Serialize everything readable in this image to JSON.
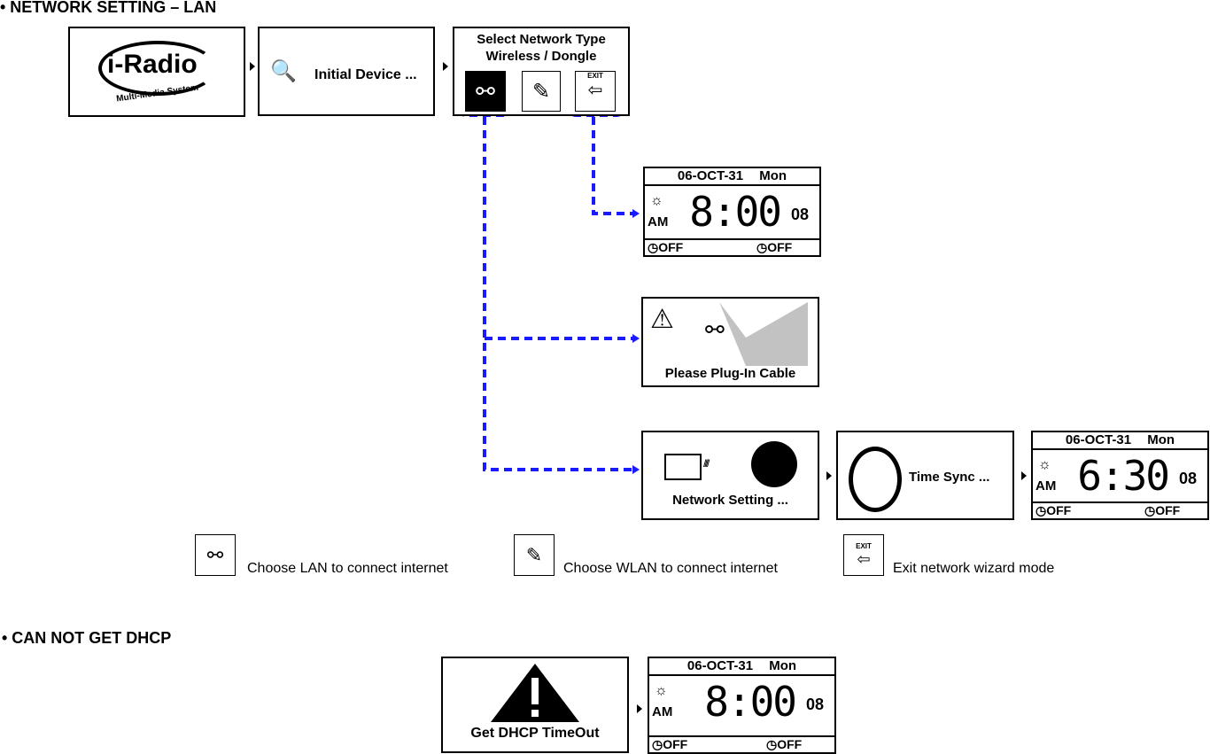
{
  "section1": {
    "title": "• NETWORK SETTING – LAN"
  },
  "logo": {
    "brand": "i-Radio",
    "tagline": "Multi-Media System"
  },
  "initial": {
    "label": "Initial Device ..."
  },
  "select": {
    "line1": "Select Network Type",
    "line2": "Wireless / Dongle",
    "exit_text": "EXIT"
  },
  "clock1": {
    "date": "06-OCT-31 Mon",
    "ampm": "AM",
    "time": "8:00",
    "sec": "08",
    "alarm1": "OFF",
    "alarm2": "OFF"
  },
  "plug": {
    "label": "Please Plug-In Cable"
  },
  "netset": {
    "label": "Network Setting ..."
  },
  "timesync": {
    "label": "Time Sync ..."
  },
  "clock2": {
    "date": "06-OCT-31 Mon",
    "ampm": "AM",
    "time": "6:30",
    "sec": "08",
    "alarm1": "OFF",
    "alarm2": "OFF"
  },
  "legend": {
    "lan": "Choose LAN to connect internet",
    "wlan": "Choose WLAN to connect internet",
    "exit": "Exit network wizard mode"
  },
  "section2": {
    "title": "• CAN NOT GET DHCP"
  },
  "dhcp": {
    "label": "Get DHCP TimeOut"
  },
  "clock3": {
    "date": "06-OCT-31 Mon",
    "ampm": "AM",
    "time": "8:00",
    "sec": "08",
    "alarm1": "OFF",
    "alarm2": "OFF"
  },
  "colors": {
    "dash": "#1a1aff"
  }
}
